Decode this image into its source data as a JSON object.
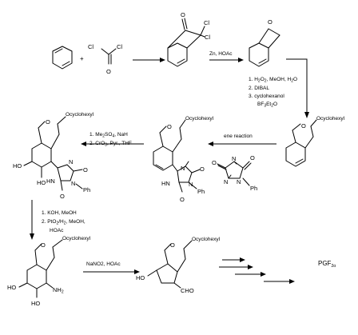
{
  "reagents": {
    "step1": "Zn, HOAc",
    "step2": [
      "1. H",
      "2",
      "O",
      "2",
      ", MeOH, H",
      "2",
      "O",
      "2. DIBAL",
      "3. cyclohexanol",
      "BF",
      "3",
      "Et",
      "2",
      "O"
    ],
    "step3": "ene reaction",
    "step4": [
      "1. Me",
      "2",
      "SO",
      "4",
      ", NaH",
      "2. CrO",
      "3",
      ", Pyr., THF"
    ],
    "step5": [
      "1. KOH, MeOH",
      "2. PtO",
      "2",
      "/H",
      "2",
      ", MeOH,",
      "HOAc"
    ],
    "step6": "NaNO2, HOAc",
    "product": "PGF",
    "product_sub": "2α"
  },
  "labels": {
    "plus": "+",
    "cl": "Cl",
    "o": "O",
    "ocyclohexyl": "Ocyclohexyl",
    "ho": "HO",
    "nh": "NH",
    "hn": "HN",
    "n": "N",
    "ph": "Ph",
    "nh2": "NH",
    "two": "2",
    "cho": "CHO"
  }
}
